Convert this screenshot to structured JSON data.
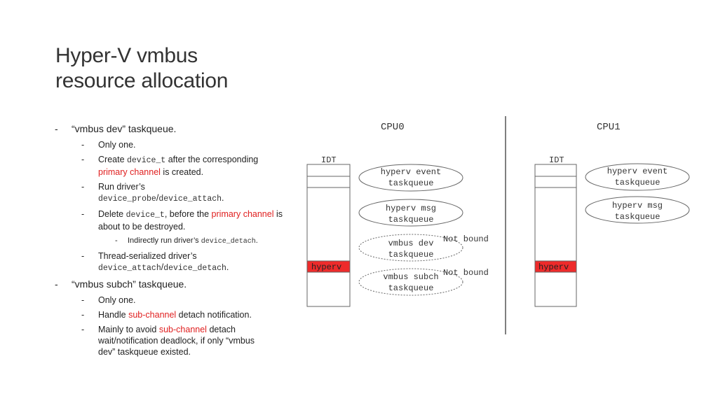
{
  "title": {
    "line1": "Hyper-V vmbus",
    "line2": "resource allocation"
  },
  "bullets": {
    "b1": {
      "dash": "-",
      "text": "“vmbus dev” taskqueue.",
      "s1": "Only one.",
      "s2": {
        "t1": "Create ",
        "code": "device_t",
        "t2": " after the corresponding ",
        "red": "primary channel",
        "t3": " is created."
      },
      "s3": {
        "t1": "Run driver’s ",
        "code1": "device_probe",
        "slash": "/",
        "code2": "device_attach",
        "t2": "."
      },
      "s4": {
        "t1": "Delete ",
        "code": "device_t",
        "t2": ", before the ",
        "red": "primary channel",
        "t3": " is about to be destroyed."
      },
      "s4a": {
        "t1": "Indirectly run driver’s ",
        "code": "device_detach",
        "t2": "."
      },
      "s5": {
        "t1": "Thread-serialized driver’s ",
        "code1": "device_attach",
        "slash": "/",
        "code2": "device_detach",
        "t2": "."
      }
    },
    "b2": {
      "dash": "-",
      "text": "“vmbus subch” taskqueue.",
      "s1": "Only one.",
      "s2": {
        "t1": "Handle ",
        "red": "sub-channel",
        "t2": " detach notification."
      },
      "s3": {
        "t1": "Mainly to avoid ",
        "red": "sub-channel",
        "t2": " detach wait/notification deadlock, if only “vmbus dev” taskqueue existed."
      }
    }
  },
  "diagram": {
    "cpu0": {
      "label": "CPU0",
      "idt": "IDT",
      "hyperv": "hyperv",
      "event": [
        "hyperv event",
        "taskqueue"
      ],
      "msg": [
        "hyperv msg",
        "taskqueue"
      ],
      "dev": [
        "vmbus dev",
        "taskqueue"
      ],
      "subch": [
        "vmbus subch",
        "taskqueue"
      ],
      "not_bound_1": "Not bound",
      "not_bound_2": "Not bound"
    },
    "cpu1": {
      "label": "CPU1",
      "idt": "IDT",
      "hyperv": "hyperv",
      "event": [
        "hyperv event",
        "taskqueue"
      ],
      "msg": [
        "hyperv msg",
        "taskqueue"
      ]
    },
    "colors": {
      "hyperv_fill": "#ee2b2b",
      "accent_text": "#e02020"
    }
  }
}
